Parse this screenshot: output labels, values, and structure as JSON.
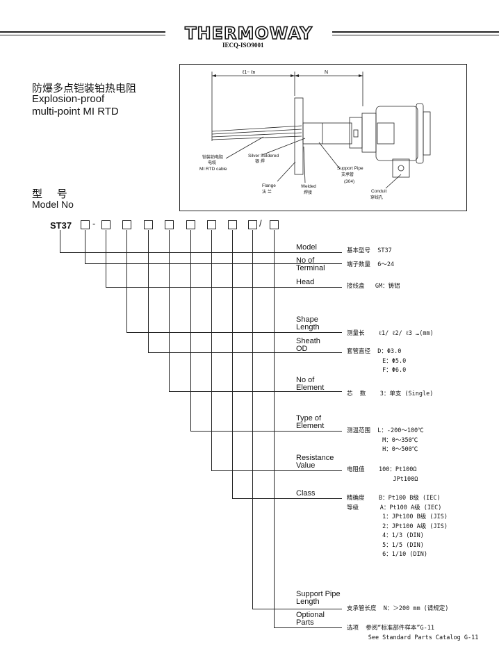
{
  "header": {
    "logo_text": "THERMOWAY",
    "certification": "IECQ-ISO9001"
  },
  "title": {
    "cn": "防爆多点铠装铂热电阻",
    "en_line1": "Explosion-proof",
    "en_line2": "multi-point MI RTD"
  },
  "diagram": {
    "dim_left": "ℓ1~ ℓn",
    "dim_right": "N",
    "silver_en": "Silver Soldered",
    "silver_cn": "银 焊",
    "cable_cn1": "铠装铂电阻",
    "cable_cn2": "电缆",
    "cable_en": "MI RTD cable",
    "support_en": "Support Pipe",
    "support_cn": "支承管",
    "support_mat": "(304)",
    "flange_en": "Flange",
    "flange_cn": "法 兰",
    "welded_en": "Welded",
    "welded_cn": "焊接",
    "conduit_en": "Conduit",
    "conduit_cn": "穿线孔"
  },
  "model_heading": {
    "cn": "型 号",
    "en": "Model No"
  },
  "code": {
    "prefix": "ST37",
    "dash": "-",
    "slash": "/"
  },
  "fields": [
    {
      "label": "Model",
      "desc": "基本型号  ST37"
    },
    {
      "label": "No of\nTerminal",
      "desc": "端子数量  6～24"
    },
    {
      "label": "Head",
      "desc": "接线盒   GM：铸铝"
    },
    {
      "label": "Shape\nLength",
      "desc": "测量长    ℓ1/ ℓ2/ ℓ3 …(mm)"
    },
    {
      "label": "Sheath\nOD",
      "desc": "套管直径  D：Φ3.0\n          E：Φ5.0\n          F：Φ6.0"
    },
    {
      "label": "No of\nElement",
      "desc": "芯  数    3：单支 (Single)"
    },
    {
      "label": "Type of\nElement",
      "desc": "测温范围  L：-200～100℃\n          M：0～350℃\n          H：0～500℃"
    },
    {
      "label": "Resistance\nValue",
      "desc": "电阻值    100：Pt100Ω\n             JPt100Ω"
    },
    {
      "label": "Class",
      "desc": "精确度    B：Pt100 B级 (IEC)\n等级      A：Pt100 A级 (IEC)\n          1：JPt100 B级 (JIS)\n          2：JPt100 A级 (JIS)\n          4：1/3 (DIN)\n          5：1/5 (DIN)\n          6：1/10 (DIN)"
    },
    {
      "label": "Support Pipe\nLength",
      "desc": "支承管长度  N：＞200 mm (请规定)"
    },
    {
      "label": "Optional\nParts",
      "desc": "选项  参阅“标准部件样本”G-11\n      See Standard Parts Catalog G-11"
    }
  ]
}
